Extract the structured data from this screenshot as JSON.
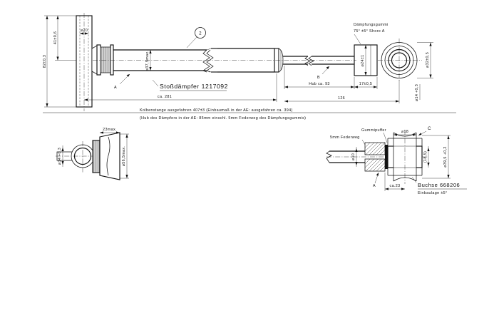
{
  "drawing": {
    "title": "Stoßdämpfer 1217092",
    "balloon": "2",
    "views": {
      "main": {
        "name": "main-assembly-view",
        "labels": {
          "damper_rubber": [
            "Dämpfungsgummi",
            "75° ±5° Shore A"
          ],
          "section_a": "A",
          "section_b": "B"
        },
        "dimensions": {
          "height_total": "82±0,3",
          "height_upper": "41±0,6",
          "eye_bore_top": "⌀20",
          "body_dia": "⌀37,5max.",
          "rubber_dia": "⌀24±1",
          "ring_dia": "⌀32±0,5",
          "rod_eye_bore": "⌀14 +0,3",
          "body_length": "ca. 281",
          "stroke": "Hub ca. 93",
          "rubber_len": "17±0,5",
          "overall": "126"
        }
      },
      "detail_a": {
        "name": "boot-eye-detail-view",
        "dimensions": {
          "boot_len": "23max.",
          "eye_bore": "⌀14 +0,3",
          "boot_dia": "⌀56,5max."
        }
      },
      "detail_c": {
        "name": "bushing-detail-view",
        "labels": {
          "rubber_buffer": "Gummipuffer",
          "spring_travel": "5mm Federweg",
          "section_a": "A",
          "section_c": "C",
          "bushing_title": "Buchse 668206",
          "bushing_note": "Einbaulage ±5°"
        },
        "dimensions": {
          "pin_dia": "⌀10",
          "bush_inner": "⌀18",
          "bush_outer": "⌀39,5 +0,2",
          "bracket_ref": "(18,5)",
          "offset": "ca.23"
        }
      }
    },
    "notes": [
      "Kolbenstange ausgefahren 407±3   (Einbaumaß in der AE: ausgefahren ca. 394)",
      "(Hub des Dämpfers in der AE: 85mm einschl. 5mm Federweg des Dämpfungsgummis)"
    ]
  }
}
